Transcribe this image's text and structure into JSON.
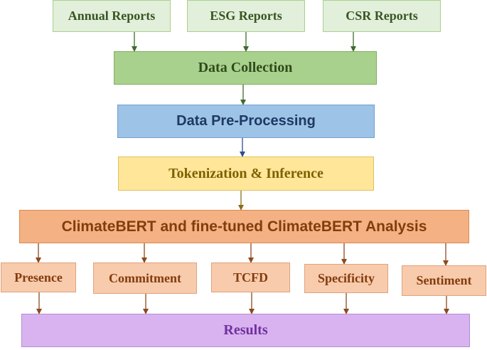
{
  "sources": [
    {
      "label": "Annual Reports"
    },
    {
      "label": "ESG Reports"
    },
    {
      "label": "CSR Reports"
    }
  ],
  "data_collection": {
    "label": "Data Collection"
  },
  "preprocessing": {
    "label": "Data Pre-Processing"
  },
  "tokenization": {
    "label": "Tokenization & Inference"
  },
  "analysis": {
    "label": "ClimateBERT and fine-tuned ClimateBERT Analysis"
  },
  "dimensions": [
    {
      "label": "Presence"
    },
    {
      "label": "Commitment"
    },
    {
      "label": "TCFD"
    },
    {
      "label": "Specificity"
    },
    {
      "label": "Sentiment"
    }
  ],
  "results": {
    "label": "Results"
  },
  "colors": {
    "source_fill": "#e2efda",
    "source_border": "#a9d18e",
    "collection_fill": "#a9d18e",
    "preprocessing_fill": "#9dc3e6",
    "tokenization_fill": "#ffe699",
    "analysis_fill": "#f4b183",
    "dimension_fill": "#f8cbad",
    "results_fill": "#d9b3f0",
    "results_text": "#7030a0"
  }
}
